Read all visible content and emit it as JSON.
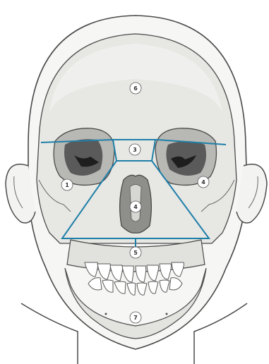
{
  "figure": {
    "colors": {
      "background": "#ffffff",
      "skull_fill": "#e7e7e4",
      "skull_shade": "#cfcfcb",
      "outline": "#4a4a4a",
      "orbit_dark": "#3a3a3a",
      "fracture_line": "#1f7fa8",
      "label_bg": "#ffffff"
    },
    "labels": [
      {
        "id": "frontal",
        "text": "6"
      },
      {
        "id": "nasal-bridge",
        "text": "3"
      },
      {
        "id": "left-orbit",
        "text": "1"
      },
      {
        "id": "right-orbit",
        "text": "4"
      },
      {
        "id": "nasal-cavity",
        "text": "4"
      },
      {
        "id": "maxilla",
        "text": "5"
      },
      {
        "id": "mandible",
        "text": "7"
      }
    ]
  }
}
